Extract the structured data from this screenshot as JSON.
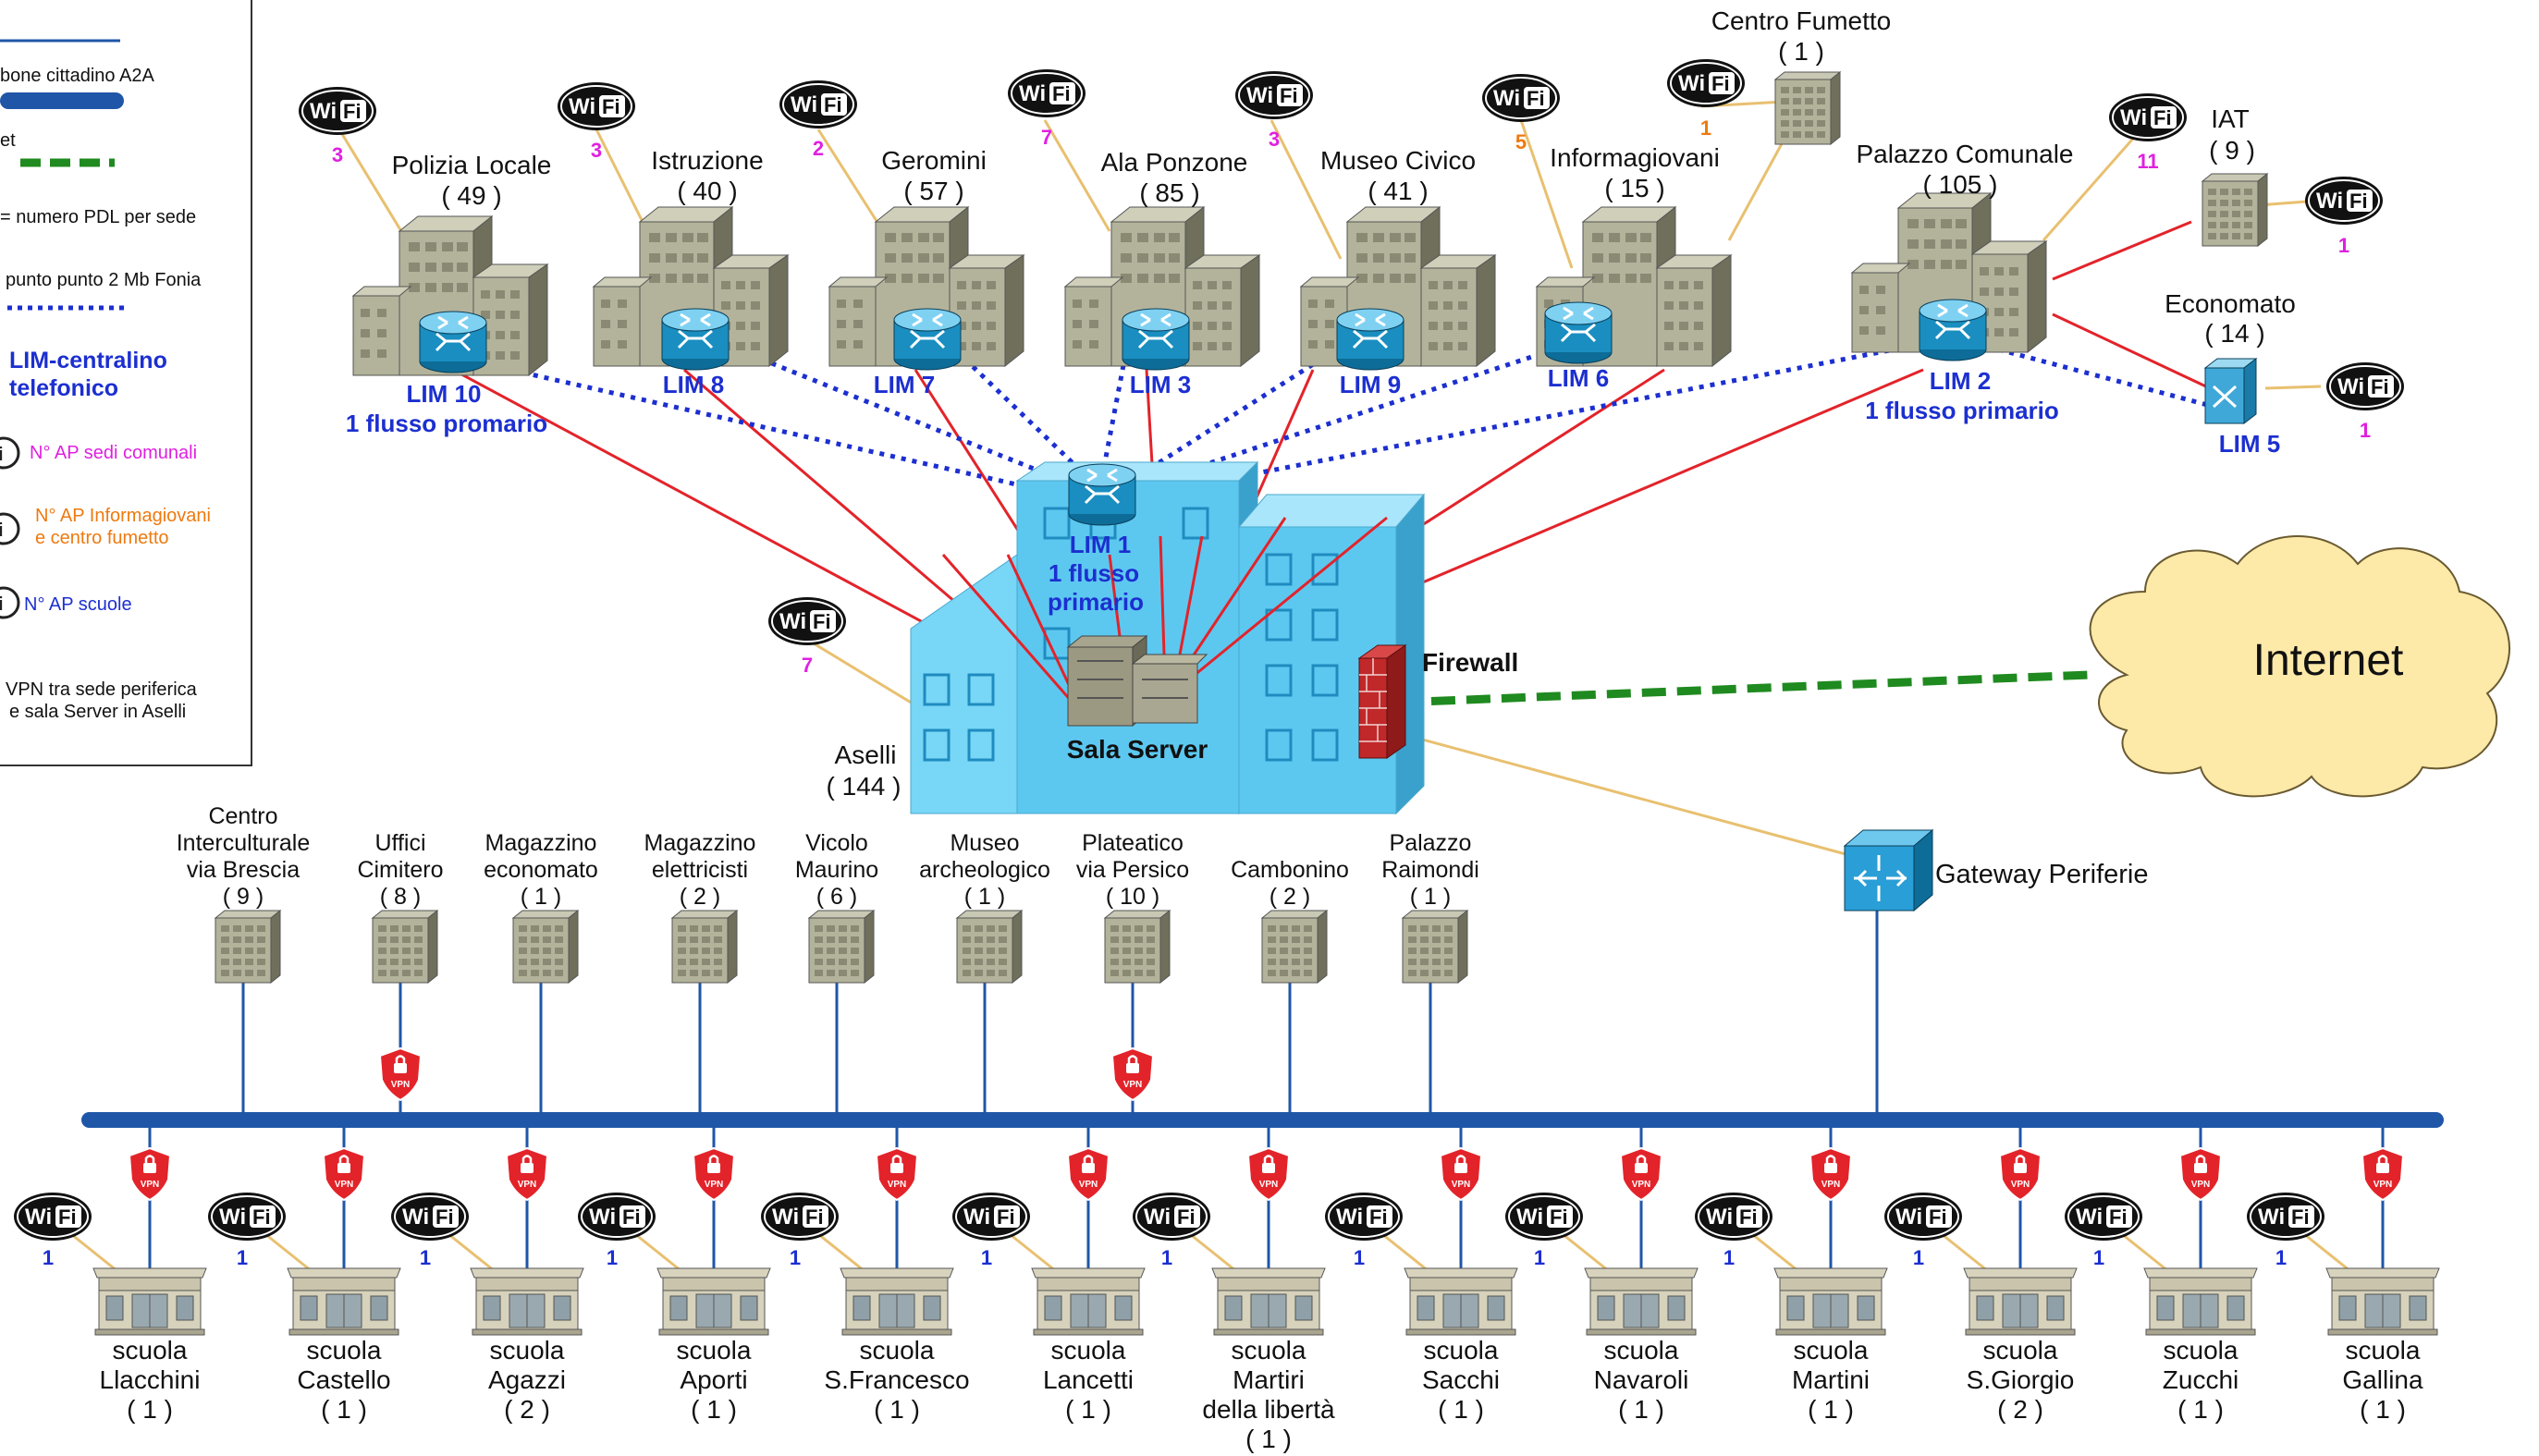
{
  "legend": {
    "items": [
      {
        "text": "bone cittadino A2A",
        "icon": "blue-thick-line"
      },
      {
        "text": "et",
        "icon": "green-dashed-line"
      },
      {
        "text": "= numero PDL per sede",
        "icon": "none"
      },
      {
        "text": "punto punto 2 Mb Fonia",
        "icon": "blue-dotted-line"
      },
      {
        "text": "LIM-centralino",
        "icon": "none"
      },
      {
        "text": "telefonico",
        "icon": "none"
      },
      {
        "text": "N° AP sedi comunali",
        "icon": "wifi-icon",
        "color": "#e020e0"
      },
      {
        "text": "N° AP  Informagiovani",
        "icon": "wifi-icon",
        "color": "#ee7a10"
      },
      {
        "text": "e centro fumetto",
        "icon": "none",
        "color": "#ee7a10"
      },
      {
        "text": "N° AP scuole",
        "icon": "wifi-icon",
        "color": "#1c2fd0"
      },
      {
        "text": "VPN tra sede  periferica",
        "icon": "none"
      },
      {
        "text": "e sala Server in Aselli",
        "icon": "none"
      }
    ]
  },
  "colors": {
    "backbone": "#1f56a8",
    "red_link": "#e3232a",
    "fonia_link": "#1c2fd0",
    "internet_link": "#1f8a1f",
    "wifi_link": "#e8c070",
    "ap_comunali": "#e020e0",
    "ap_informagiovani": "#ee7a10",
    "ap_scuole": "#1c2fd0",
    "lim_label": "#1c2fd0",
    "building": "#b3b39b",
    "aselli_building": "#5cc8f0",
    "cloud": "#fde9a8",
    "vpn": "#e3232a"
  },
  "central": {
    "aselli_name": "Aselli",
    "aselli_count": "( 144 )",
    "aselli_wifi": "7",
    "lim1": [
      "LIM 1",
      "1 flusso",
      "primario"
    ],
    "sala_server": "Sala Server",
    "firewall": "Firewall",
    "internet": "Internet",
    "gateway": "Gateway  Periferie"
  },
  "top_sites": [
    {
      "name": "Polizia Locale",
      "count": "( 49 )",
      "wifi": "3",
      "lim": "LIM 10",
      "lim2": "1 flusso promario"
    },
    {
      "name": "Istruzione",
      "count": "( 40 )",
      "wifi": "3",
      "lim": "LIM 8"
    },
    {
      "name": "Geromini",
      "count": "( 57 )",
      "wifi": "2",
      "lim": "LIM 7"
    },
    {
      "name": "Ala Ponzone",
      "count": "( 85 )",
      "wifi": "7",
      "lim": "LIM 3"
    },
    {
      "name": "Museo Civico",
      "count": "( 41 )",
      "wifi": "3",
      "lim": "LIM 9"
    },
    {
      "name": "Informagiovani",
      "count": "( 15 )",
      "wifi": "5",
      "lim": "LIM 6"
    },
    {
      "name": "Palazzo Comunale",
      "count": "( 105 )",
      "wifi": "11",
      "lim": "LIM 2",
      "lim2": "1 flusso primario"
    }
  ],
  "small_sites": [
    {
      "name": "Centro Fumetto",
      "count": "( 1 )",
      "wifi": "1"
    },
    {
      "name": "IAT",
      "count": "( 9 )",
      "wifi": "1"
    },
    {
      "name": "Economato",
      "count": "( 14 )",
      "wifi": "1",
      "lim": "LIM 5"
    }
  ],
  "peripheral_sites": [
    {
      "lines": [
        "Centro",
        "Interculturale",
        "via Brescia",
        "( 9 )"
      ],
      "vpn": false
    },
    {
      "lines": [
        "Uffici",
        "Cimitero",
        "( 8 )"
      ],
      "vpn": true
    },
    {
      "lines": [
        "Magazzino",
        "economato",
        "( 1 )"
      ],
      "vpn": false
    },
    {
      "lines": [
        "Magazzino",
        "elettricisti",
        "( 2 )"
      ],
      "vpn": false
    },
    {
      "lines": [
        "Vicolo",
        "Maurino",
        "( 6 )"
      ],
      "vpn": false
    },
    {
      "lines": [
        "Museo",
        "archeologico",
        "( 1 )"
      ],
      "vpn": false
    },
    {
      "lines": [
        "Plateatico",
        "via Persico",
        "( 10 )"
      ],
      "vpn": true
    },
    {
      "lines": [
        "Cambonino",
        "( 2 )"
      ],
      "vpn": false
    },
    {
      "lines": [
        "Palazzo",
        "Raimondi",
        "( 1 )"
      ],
      "vpn": false
    }
  ],
  "schools": [
    {
      "lines": [
        "scuola",
        "Llacchini",
        "( 1 )"
      ],
      "wifi": "1"
    },
    {
      "lines": [
        "scuola",
        "Castello",
        "( 1 )"
      ],
      "wifi": "1"
    },
    {
      "lines": [
        "scuola",
        "Agazzi",
        "( 2 )"
      ],
      "wifi": "1"
    },
    {
      "lines": [
        "scuola",
        "Aporti",
        "( 1 )"
      ],
      "wifi": "1"
    },
    {
      "lines": [
        "scuola",
        "S.Francesco",
        "( 1 )"
      ],
      "wifi": "1"
    },
    {
      "lines": [
        "scuola",
        "Lancetti",
        "( 1 )"
      ],
      "wifi": "1"
    },
    {
      "lines": [
        "scuola",
        "Martiri",
        "della libertà",
        "( 1 )"
      ],
      "wifi": "1"
    },
    {
      "lines": [
        "scuola",
        "Sacchi",
        "( 1 )"
      ],
      "wifi": "1"
    },
    {
      "lines": [
        "scuola",
        "Navaroli",
        "( 1 )"
      ],
      "wifi": "1"
    },
    {
      "lines": [
        "scuola",
        "Martini",
        "( 1 )"
      ],
      "wifi": "1"
    },
    {
      "lines": [
        "scuola",
        "S.Giorgio",
        "( 2 )"
      ],
      "wifi": "1"
    },
    {
      "lines": [
        "scuola",
        "Zucchi",
        "( 1 )"
      ],
      "wifi": "1"
    },
    {
      "lines": [
        "scuola",
        "Gallina",
        "( 1 )"
      ],
      "wifi": "1"
    }
  ],
  "icons": {
    "wifi": "WiFi",
    "vpn": "VPN"
  }
}
